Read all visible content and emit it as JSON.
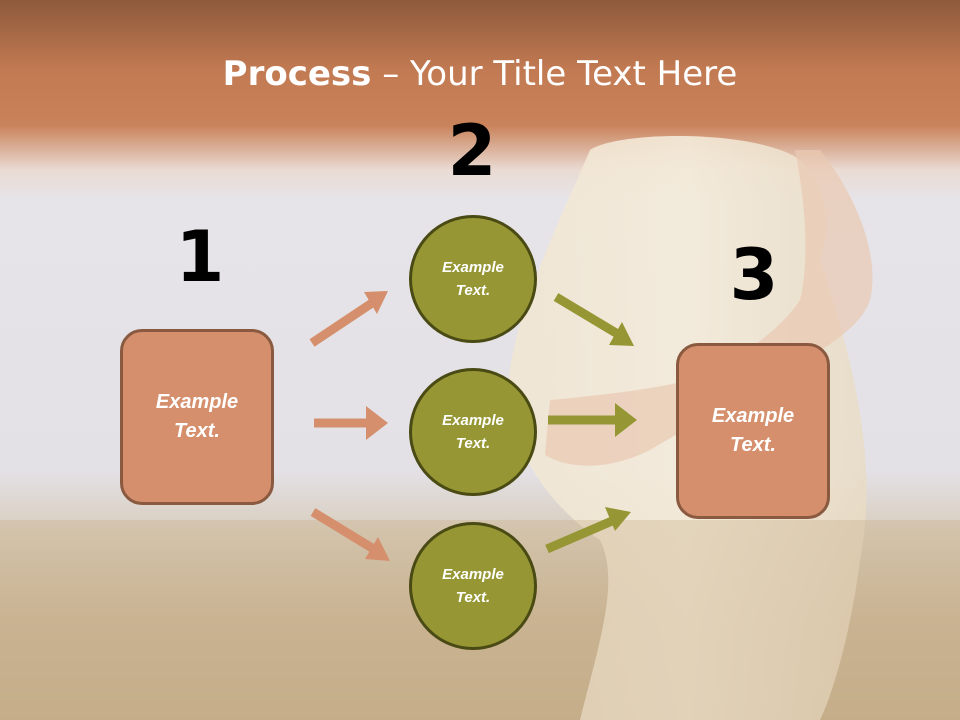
{
  "title": {
    "bold": "Process",
    "separator": " – ",
    "rest": "Your Title Text Here"
  },
  "steps": {
    "one": {
      "number": "1",
      "label": "Example\nText."
    },
    "two": {
      "number": "2",
      "circles": [
        {
          "label": "Example\nText."
        },
        {
          "label": "Example\nText."
        },
        {
          "label": "Example\nText."
        }
      ]
    },
    "three": {
      "number": "3",
      "label": "Example\nText."
    }
  },
  "colors": {
    "box_fill": "#d58f6d",
    "box_border": "#8a5a40",
    "circle_fill": "#969634",
    "circle_border": "#4a4a14",
    "orange_arrow": "#d58f6d",
    "green_arrow": "#969634",
    "title_band": "#c27a52"
  }
}
